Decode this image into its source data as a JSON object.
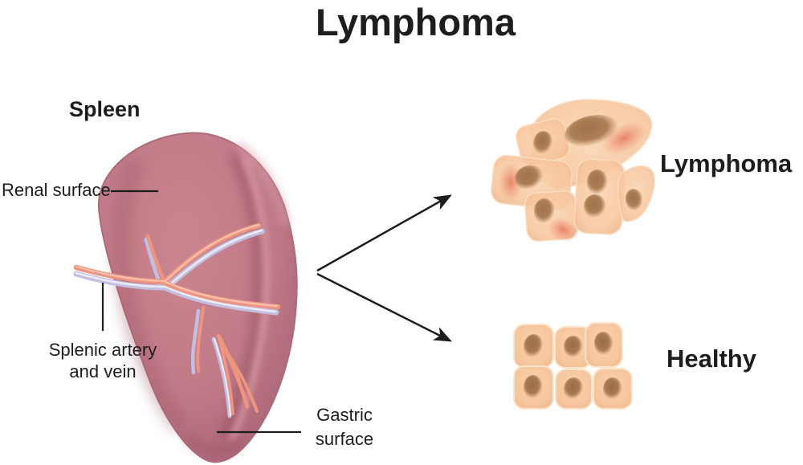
{
  "title": "Lymphoma",
  "spleen": {
    "label": "Spleen",
    "annotations": {
      "renal_surface": "Renal surface",
      "splenic_vessels": "Splenic artery and vein",
      "gastric_surface": "Gastric surface"
    }
  },
  "comparison": {
    "lymphoma_label": "Lymphoma",
    "healthy_label": "Healthy",
    "lymphoma_cell_count": 6,
    "healthy_cell_count": 6
  },
  "colors": {
    "background": "#ffffff",
    "text": "#1d1d1d",
    "line": "#1d1d1d",
    "spleen_body": "#c4808c",
    "spleen_shadow": "#a05c6b",
    "spleen_highlight": "#d99fa9",
    "artery": "#ef947e",
    "artery_highlight": "#f9c2b0",
    "vein": "#c2bfe1",
    "vein_highlight": "#ebeaf6",
    "cell_body": "#f7c7a0",
    "cell_border": "#fbdec2",
    "cell_nucleus": "#a87a51",
    "inflamed_patch": "#e4745b"
  }
}
